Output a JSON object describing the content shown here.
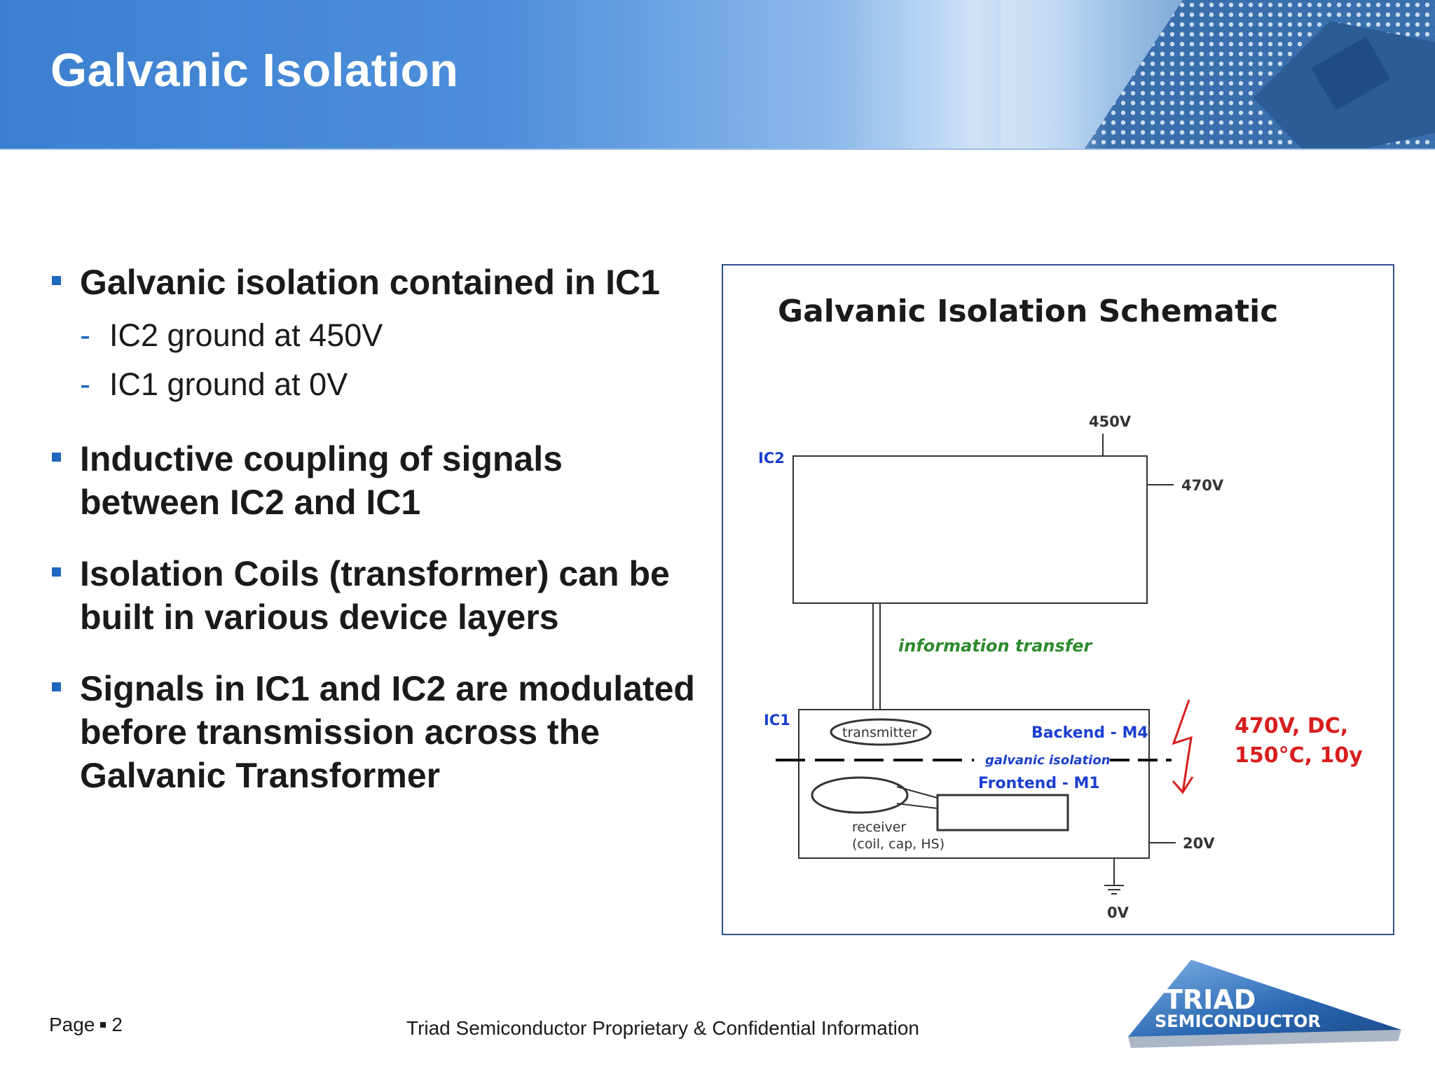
{
  "slide": {
    "title": "Galvanic Isolation"
  },
  "bullets": [
    {
      "text": "Galvanic isolation contained in IC1",
      "subitems": [
        "IC2 ground at 450V",
        "IC1 ground at 0V"
      ]
    },
    {
      "text": "Inductive coupling of signals between IC2 and IC1"
    },
    {
      "text": "Isolation Coils (transformer) can be built in various device layers"
    },
    {
      "text": "Signals in IC1 and IC2 are modulated before transmission across the Galvanic Transformer"
    }
  ],
  "sub_marker": "-",
  "schematic": {
    "title": "Galvanic Isolation Schematic",
    "ic2_label": "IC2",
    "ic1_label": "IC1",
    "v450": "450V",
    "v470": "470V",
    "v20": "20V",
    "v0": "0V",
    "info_transfer": "information transfer",
    "transmitter": "transmitter",
    "backend": "Backend - M4",
    "galvanic_isolation": "galvanic isolation",
    "frontend": "Frontend - M1",
    "receiver_line1": "receiver",
    "receiver_line2": "(coil, cap, HS)",
    "stress_line1": "470V, DC,",
    "stress_line2": "150°C, 10y"
  },
  "footer": {
    "page_label": "Page",
    "page_number": "2",
    "confidential": "Triad Semiconductor Proprietary & Confidential Information"
  },
  "logo": {
    "line1": "TRIAD",
    "line2": "SEMICONDUCTOR"
  },
  "colors": {
    "bullet_blue": "#1f67c0",
    "schematic_blue": "#1a3fd0",
    "schematic_green": "#2e8b2e",
    "stress_red": "#d81e1e"
  }
}
